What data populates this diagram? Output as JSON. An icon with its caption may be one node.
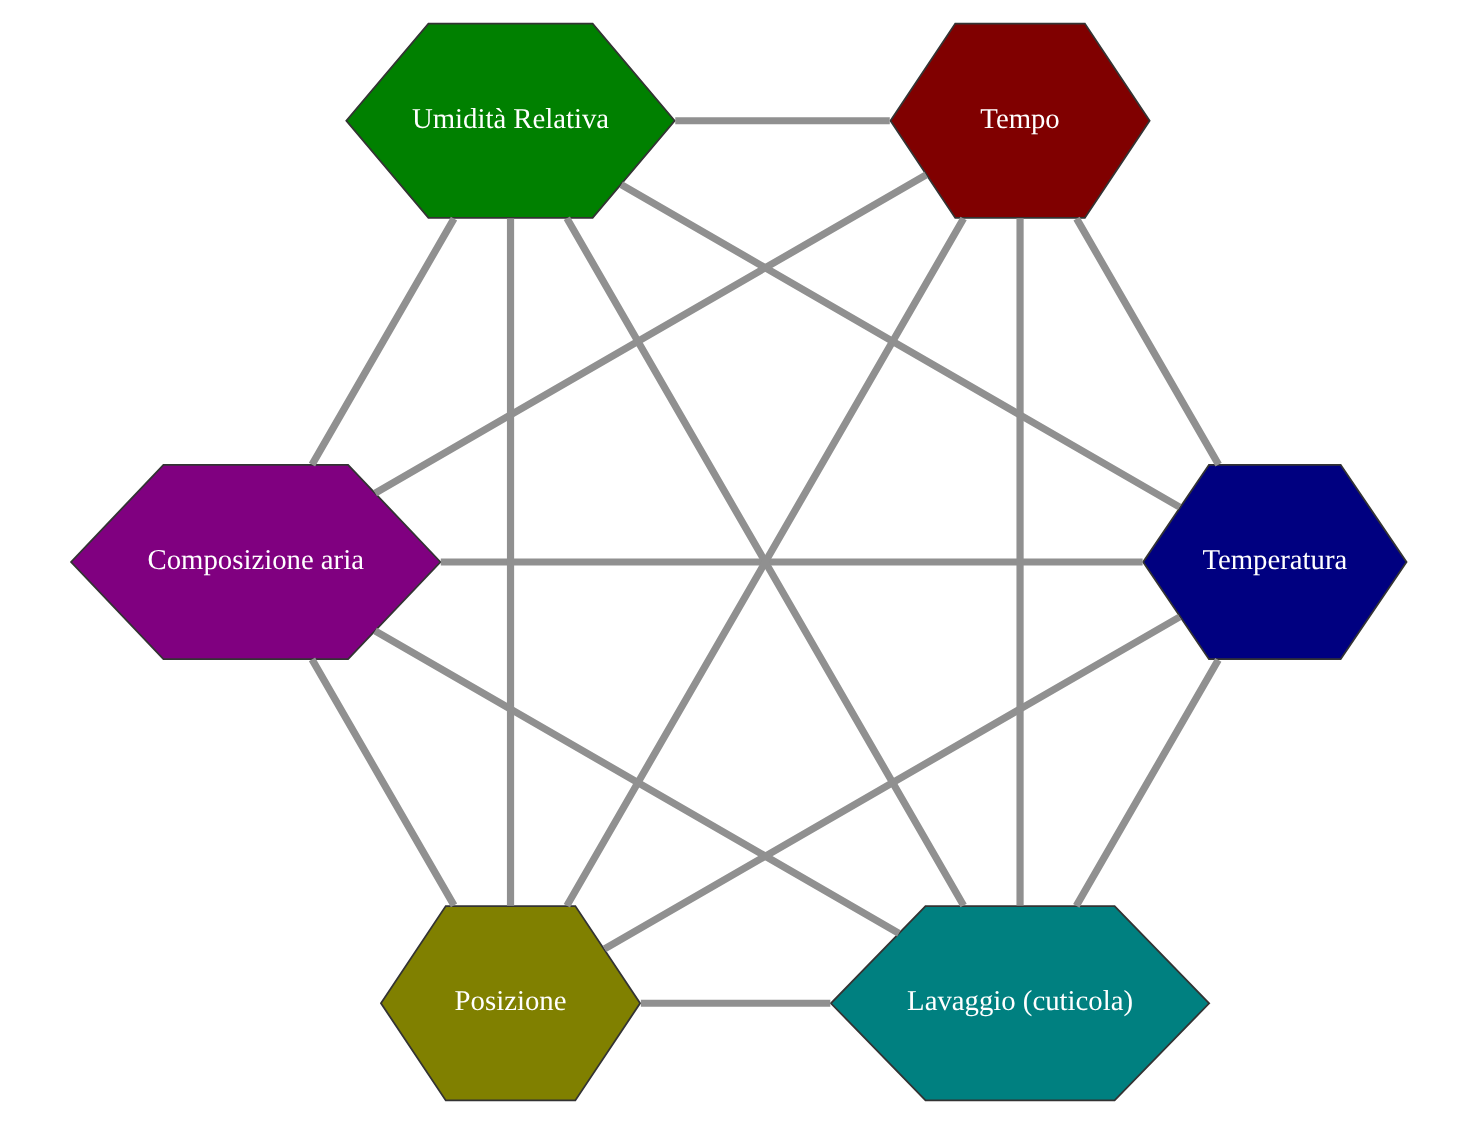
{
  "diagram": {
    "nodes": [
      {
        "text": [
          "Lavaggio (cuticola)"
        ]
      },
      {
        "text": [
          "Temperatura"
        ]
      },
      {
        "text": [
          "Composizione aria"
        ]
      },
      {
        "text": [
          "Umidità Relativa"
        ]
      },
      {
        "text": [
          "Tempo"
        ]
      },
      {
        "text": [
          "Posizione"
        ]
      }
    ],
    "edges": [
      {
        "from": 0,
        "to": 1,
        "arrow": "none"
      },
      {
        "from": 0,
        "to": 2,
        "arrow": "none"
      },
      {
        "from": 0,
        "to": 3,
        "arrow": "none"
      },
      {
        "from": 0,
        "to": 4,
        "arrow": "none"
      },
      {
        "from": 0,
        "to": 5,
        "arrow": "none"
      },
      {
        "from": 1,
        "to": 2,
        "arrow": "none"
      },
      {
        "from": 1,
        "to": 3,
        "arrow": "none"
      },
      {
        "from": 1,
        "to": 4,
        "arrow": "none"
      },
      {
        "from": 1,
        "to": 5,
        "arrow": "none"
      },
      {
        "from": 2,
        "to": 3,
        "arrow": "none"
      },
      {
        "from": 2,
        "to": 4,
        "arrow": "none"
      },
      {
        "from": 2,
        "to": 5,
        "arrow": "none"
      },
      {
        "from": 3,
        "to": 4,
        "arrow": "none"
      },
      {
        "from": 3,
        "to": 5,
        "arrow": "none"
      },
      {
        "from": 4,
        "to": 5,
        "arrow": "none"
      }
    ]
  }
}
